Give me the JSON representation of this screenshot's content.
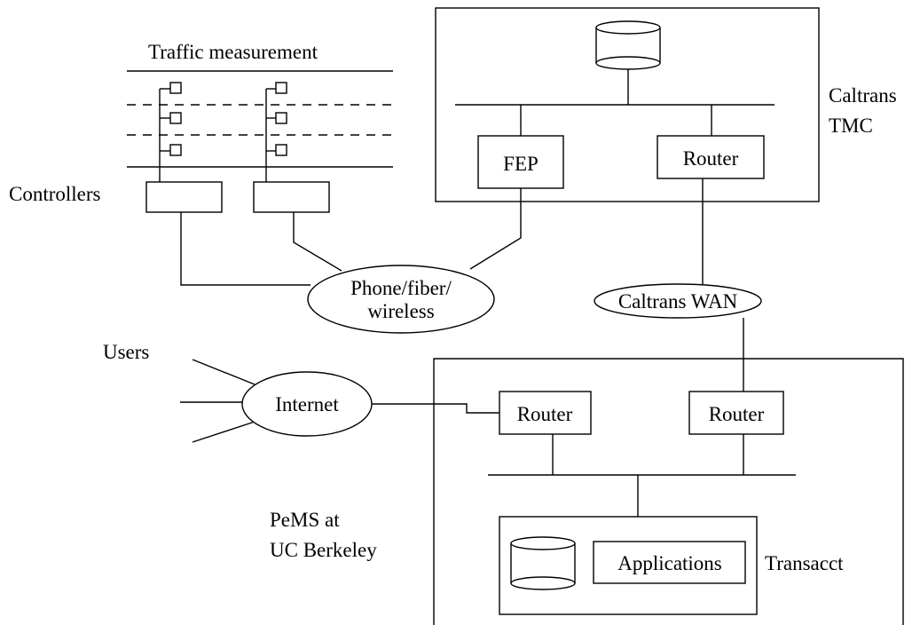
{
  "diagram": {
    "traffic_label": "Traffic measurement",
    "controllers_label": "Controllers",
    "tmc_label_line1": "Caltrans",
    "tmc_label_line2": "TMC",
    "fep_label": "FEP",
    "tmc_router_label": "Router",
    "phone_label_line1": "Phone/fiber/",
    "phone_label_line2": "wireless",
    "wan_label": "Caltrans WAN",
    "users_label": "Users",
    "internet_label": "Internet",
    "pems_router1_label": "Router",
    "pems_router2_label": "Router",
    "pems_label_line1": "PeMS at",
    "pems_label_line2": "UC Berkeley",
    "applications_label": "Applications",
    "transacct_label": "Transacct"
  }
}
